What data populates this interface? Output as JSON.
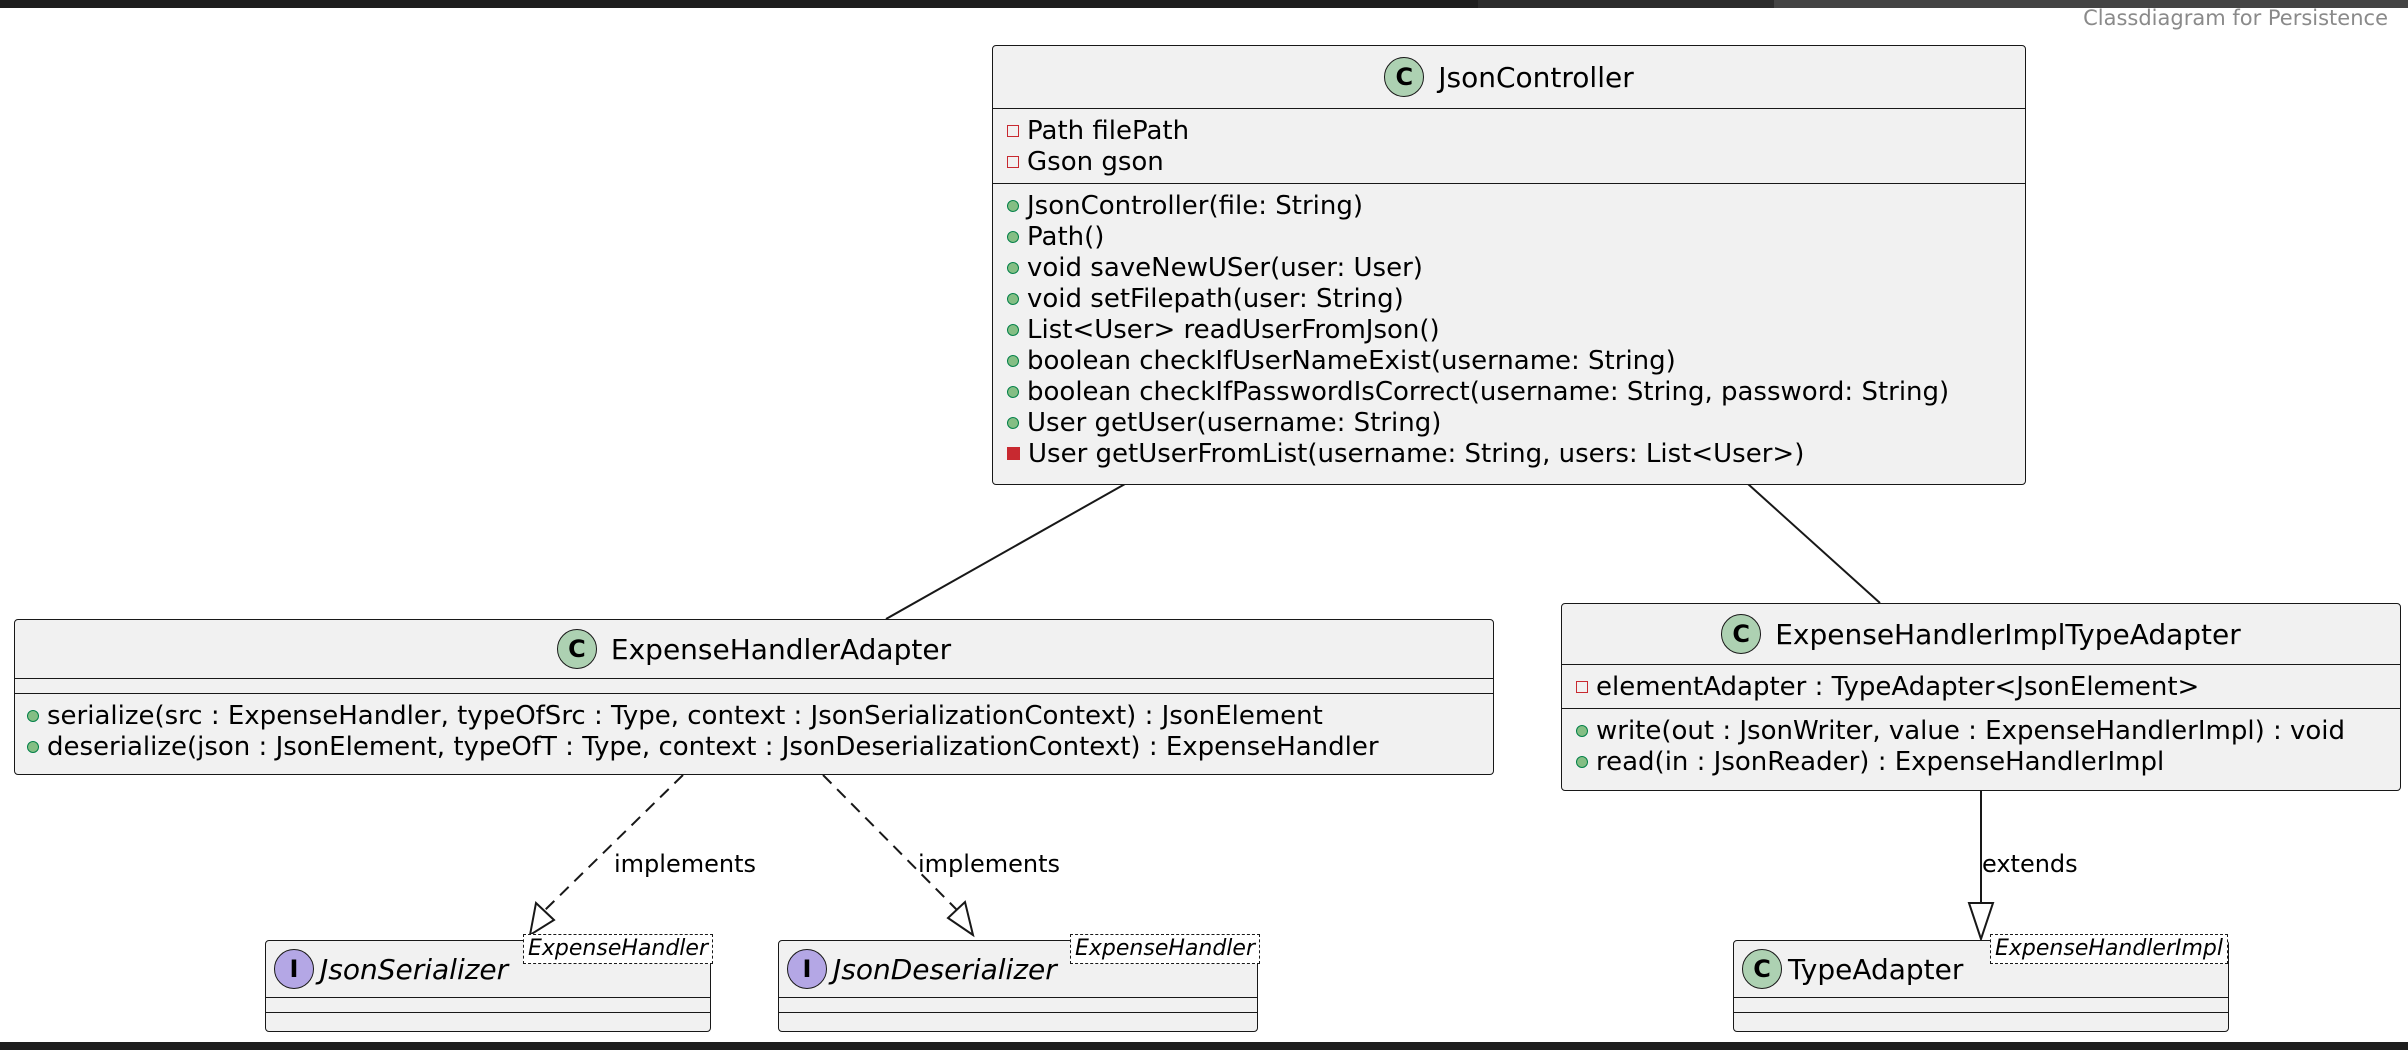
{
  "caption": "Classdiagram for Persistence",
  "classes": {
    "json_controller": {
      "name": "JsonController",
      "stereotype": "C",
      "fields": [
        {
          "visibility": "private",
          "text": "Path filePath"
        },
        {
          "visibility": "private",
          "text": "Gson gson"
        }
      ],
      "methods": [
        {
          "visibility": "public",
          "text": "JsonController(file: String)"
        },
        {
          "visibility": "public",
          "text": "Path()"
        },
        {
          "visibility": "public",
          "text": "void saveNewUSer(user: User)"
        },
        {
          "visibility": "public",
          "text": "void setFilepath(user: String)"
        },
        {
          "visibility": "public",
          "text": "List<User> readUserFromJson()"
        },
        {
          "visibility": "public",
          "text": "boolean checkIfUserNameExist(username: String)"
        },
        {
          "visibility": "public",
          "text": "boolean checkIfPasswordIsCorrect(username: String, password: String)"
        },
        {
          "visibility": "public",
          "text": "User getUser(username: String)"
        },
        {
          "visibility": "private",
          "text": "User getUserFromList(username: String, users: List<User>)"
        }
      ]
    },
    "expense_handler_adapter": {
      "name": "ExpenseHandlerAdapter",
      "stereotype": "C",
      "fields": [],
      "methods": [
        {
          "visibility": "public",
          "text": "serialize(src : ExpenseHandler, typeOfSrc : Type, context : JsonSerializationContext) : JsonElement"
        },
        {
          "visibility": "public",
          "text": "deserialize(json : JsonElement, typeOfT : Type, context : JsonDeserializationContext) : ExpenseHandler"
        }
      ]
    },
    "expense_handler_impl_type_adapter": {
      "name": "ExpenseHandlerImplTypeAdapter",
      "stereotype": "C",
      "fields": [
        {
          "visibility": "private",
          "text": "elementAdapter : TypeAdapter<JsonElement>"
        }
      ],
      "methods": [
        {
          "visibility": "public",
          "text": "write(out : JsonWriter, value : ExpenseHandlerImpl) : void"
        },
        {
          "visibility": "public",
          "text": "read(in : JsonReader) : ExpenseHandlerImpl"
        }
      ]
    },
    "json_serializer": {
      "name": "JsonSerializer",
      "stereotype": "I",
      "generic": "ExpenseHandler"
    },
    "json_deserializer": {
      "name": "JsonDeserializer",
      "stereotype": "I",
      "generic": "ExpenseHandler"
    },
    "type_adapter": {
      "name": "TypeAdapter",
      "stereotype": "C",
      "generic": "ExpenseHandlerImpl"
    }
  },
  "relations": [
    {
      "from": "ExpenseHandlerAdapter",
      "to": "JsonSerializer",
      "label": "implements"
    },
    {
      "from": "ExpenseHandlerAdapter",
      "to": "JsonDeserializer",
      "label": "implements"
    },
    {
      "from": "ExpenseHandlerImplTypeAdapter",
      "to": "TypeAdapter",
      "label": "extends"
    },
    {
      "from": "JsonController",
      "to": "ExpenseHandlerAdapter",
      "label": ""
    },
    {
      "from": "JsonController",
      "to": "ExpenseHandlerImplTypeAdapter",
      "label": ""
    }
  ],
  "colors": {
    "class_fill": "#f1f1f1",
    "class_stereotype": "#add1b2",
    "interface_stereotype": "#b4a7e5",
    "private": "#c82930",
    "public": "#84be84",
    "caption": "#8a8a8a"
  }
}
